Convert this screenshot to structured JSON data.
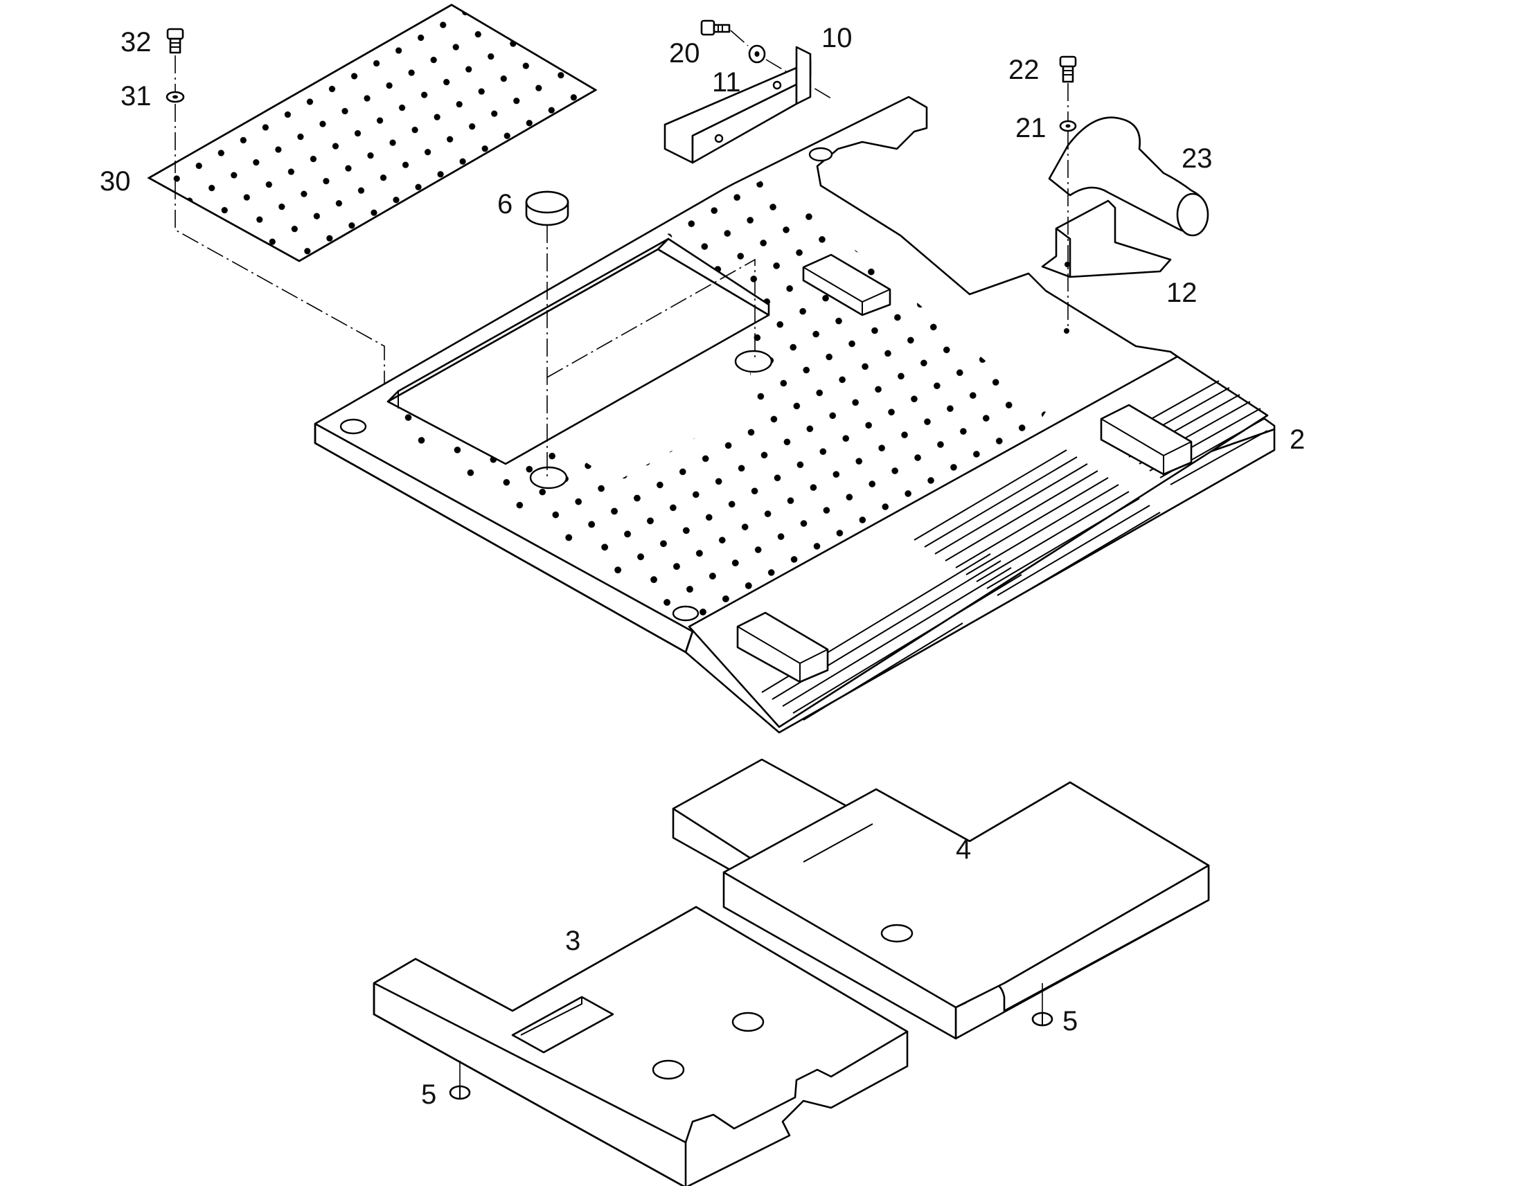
{
  "diagram": {
    "parts": [
      {
        "id": "part-2",
        "label": "2"
      },
      {
        "id": "part-3",
        "label": "3"
      },
      {
        "id": "part-4",
        "label": "4"
      },
      {
        "id": "part-5-left",
        "label": "5"
      },
      {
        "id": "part-5-right",
        "label": "5"
      },
      {
        "id": "part-6",
        "label": "6"
      },
      {
        "id": "part-10",
        "label": "10"
      },
      {
        "id": "part-11",
        "label": "11"
      },
      {
        "id": "part-12",
        "label": "12"
      },
      {
        "id": "part-20",
        "label": "20"
      },
      {
        "id": "part-21",
        "label": "21"
      },
      {
        "id": "part-22",
        "label": "22"
      },
      {
        "id": "part-23",
        "label": "23"
      },
      {
        "id": "part-30",
        "label": "30"
      },
      {
        "id": "part-31",
        "label": "31"
      },
      {
        "id": "part-32",
        "label": "32"
      }
    ]
  },
  "colors": {
    "line": "#000000",
    "background": "#ffffff"
  }
}
